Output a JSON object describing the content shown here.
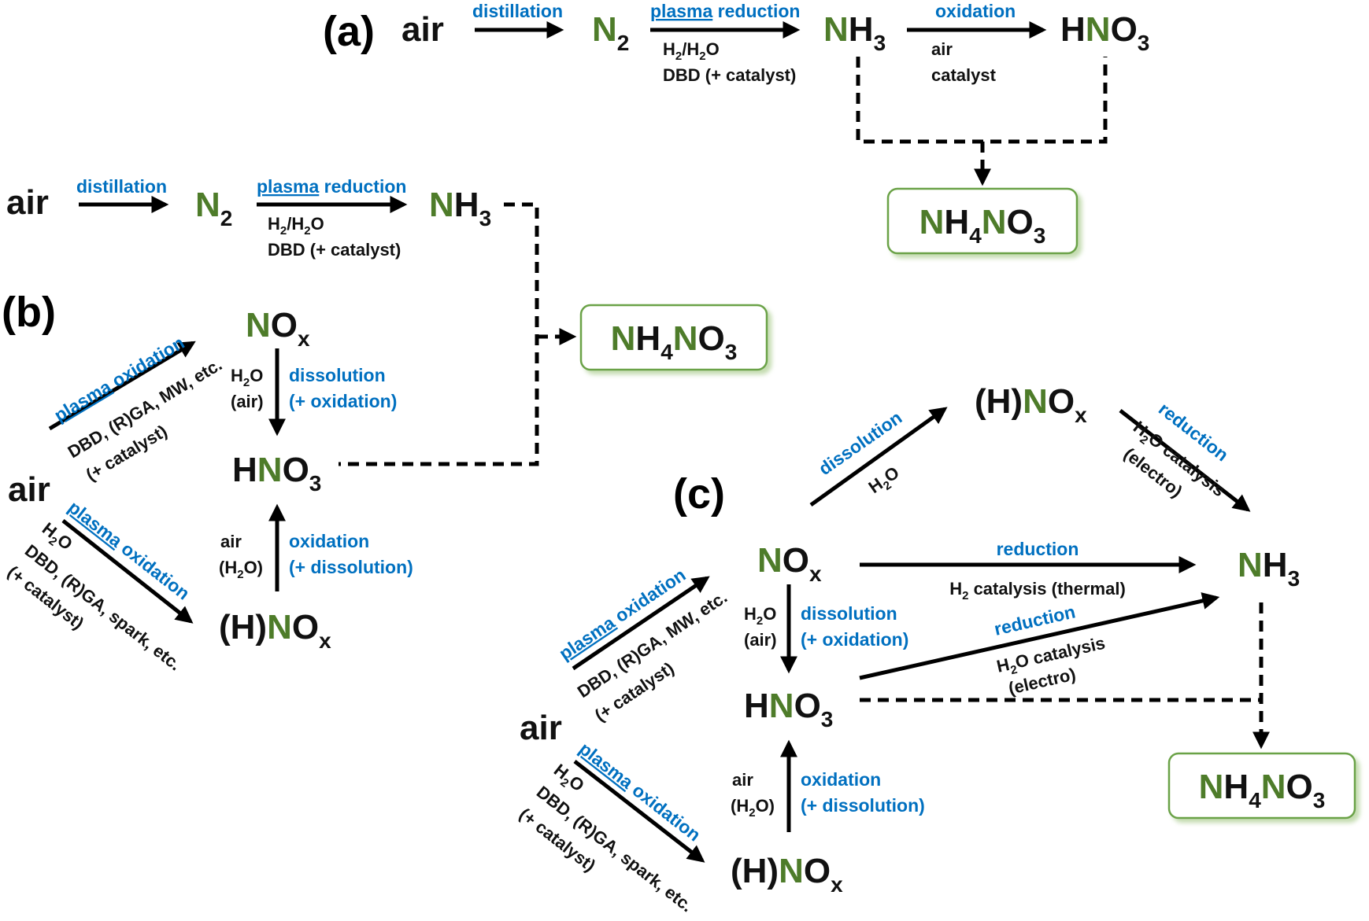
{
  "panels": {
    "a": "(a)",
    "b": "(b)",
    "c": "(c)"
  },
  "species": {
    "air": "air",
    "n2": {
      "main": "N",
      "sub": "2"
    },
    "nh3": {
      "n": "N",
      "h": "H",
      "sub": "3"
    },
    "hno3": {
      "h": "H",
      "n": "N",
      "o": "O",
      "sub": "3"
    },
    "nox": {
      "n": "N",
      "o": "O",
      "sub": "x"
    },
    "hnox": {
      "paren": "(H)",
      "n": "N",
      "o": "O",
      "sub": "x"
    },
    "nh4no3": {
      "n1": "N",
      "h": "H",
      "sub1": "4",
      "n2": "N",
      "o": "O",
      "sub2": "3"
    }
  },
  "labels": {
    "distillation": "distillation",
    "plasma": "plasma",
    "reduction": "reduction",
    "oxidation": "oxidation",
    "dissolution": "dissolution",
    "plus_oxidation": "(+ oxidation)",
    "plus_dissolution": "(+ dissolution)"
  },
  "conditions": {
    "h2_h2o": {
      "h": "H",
      "s1": "2",
      "mid": "/H",
      "s2": "2",
      "o": "O"
    },
    "h2o": {
      "h": "H",
      "s": "2",
      "o": "O"
    },
    "dbd_catalyst": "DBD (+ catalyst)",
    "air": "air",
    "catalyst": "catalyst",
    "air_paren": "(air)",
    "h2o_paren": {
      "open": "(H",
      "s": "2",
      "close": "O)"
    },
    "dbd_rga_mw": "DBD, (R)GA, MW, etc.",
    "plus_catalyst": "(+ catalyst)",
    "dbd_rga_spark": "DBD, (R)GA, spark, etc.",
    "h2_catalysis_thermal": {
      "h": "H",
      "s": "2",
      "rest": " catalysis (thermal)"
    },
    "h2o_catalysis": {
      "h": "H",
      "s": "2",
      "rest": "O catalysis"
    },
    "electro": "(electro)"
  }
}
